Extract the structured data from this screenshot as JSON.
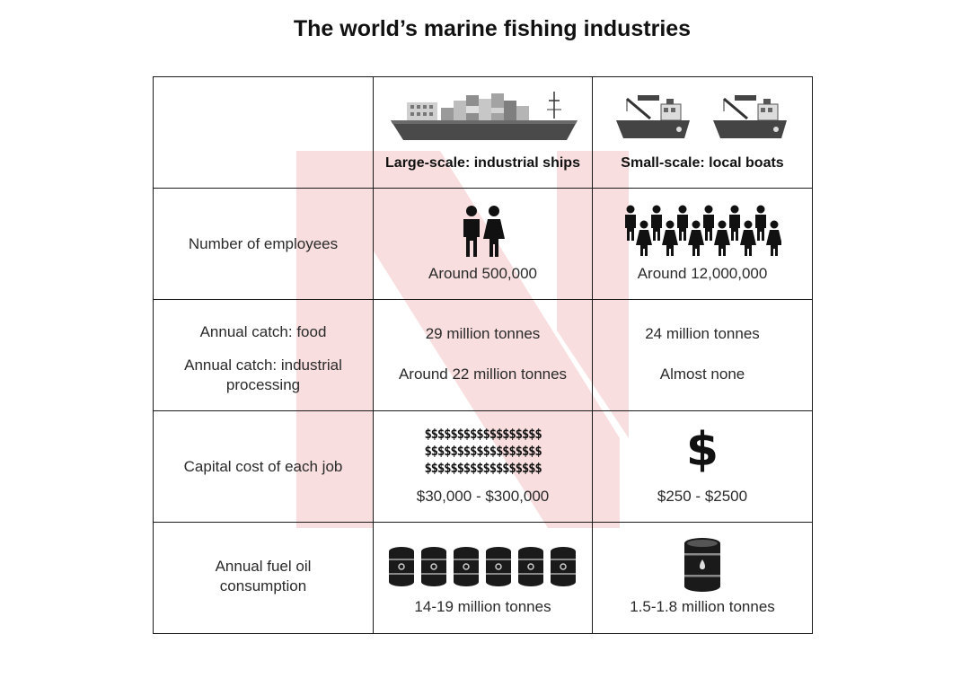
{
  "title": "The world’s marine fishing industries",
  "colors": {
    "watermark": "#f7dcdc",
    "ink": "#222222",
    "border": "#1a1a1a"
  },
  "header": {
    "large_scale": "Large-scale: industrial ships",
    "small_scale": "Small-scale: local boats",
    "large_icon": "container-ship-icon",
    "small_icon": "fishing-boat-icon"
  },
  "rows": {
    "employees": {
      "label": "Number of employees",
      "large_value": "Around 500,000",
      "small_value": "Around 12,000,000",
      "large_people_icons": 2,
      "small_people_icons": 12
    },
    "catch": {
      "label_food": "Annual catch: food",
      "label_processing": "Annual catch: industrial processing",
      "large_food": "29 million tonnes",
      "large_processing": "Around 22 million tonnes",
      "small_food": "24 million tonnes",
      "small_processing": "Almost none"
    },
    "capital": {
      "label": "Capital cost of each job",
      "large_symbols": "$$$$$$$$$$$$$$$$$$",
      "small_symbol": "$",
      "large_value": "$30,000 - $300,000",
      "small_value": "$250 - $2500"
    },
    "fuel": {
      "label": "Annual fuel oil consumption",
      "large_value": "14-19 million tonnes",
      "small_value": "1.5-1.8 million tonnes",
      "large_barrels": 6,
      "small_barrels": 1
    }
  }
}
